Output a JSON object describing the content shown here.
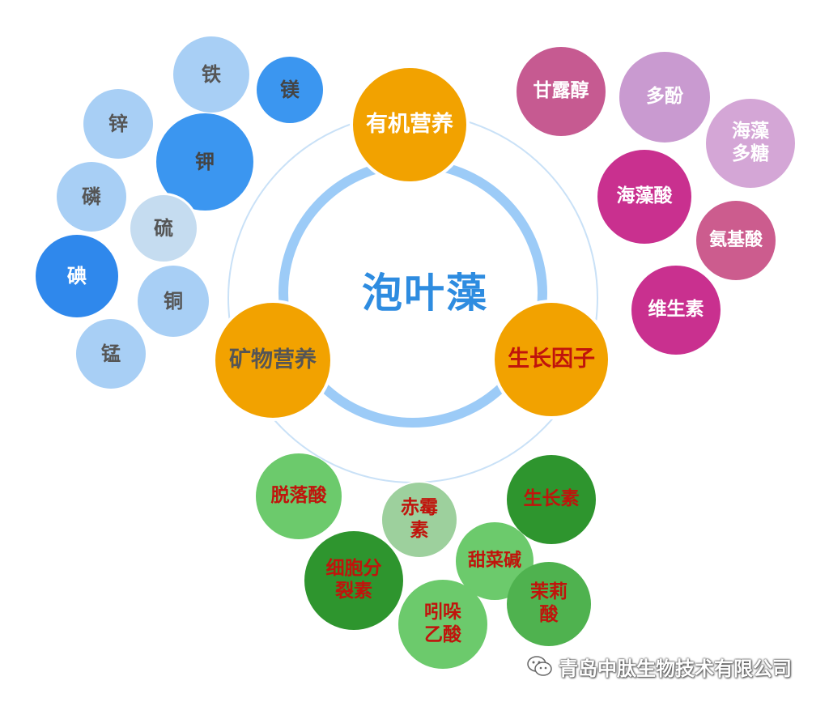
{
  "diagram": {
    "center_title": "泡叶藻",
    "watermark_text": "青岛中肽生物技术有限公司",
    "categories": [
      {
        "id": "organic",
        "label": "有机营养",
        "color": "#f2a200",
        "text_color": "#ffffff"
      },
      {
        "id": "mineral",
        "label": "矿物营养",
        "color": "#f2a200",
        "text_color": "#555555"
      },
      {
        "id": "growth",
        "label": "生长因子",
        "color": "#f2a200",
        "text_color": "#c0140c"
      }
    ],
    "groups": {
      "mineral_items": [
        {
          "label": "铁",
          "color": "#a8cff5",
          "text_color": "#555555"
        },
        {
          "label": "镁",
          "color": "#3b96f0",
          "text_color": "#444444"
        },
        {
          "label": "锌",
          "color": "#a8cff5",
          "text_color": "#555555"
        },
        {
          "label": "钾",
          "color": "#3b96f0",
          "text_color": "#444444"
        },
        {
          "label": "磷",
          "color": "#a8cff5",
          "text_color": "#555555"
        },
        {
          "label": "硫",
          "color": "#c5dcf0",
          "text_color": "#555555"
        },
        {
          "label": "碘",
          "color": "#2f88ec",
          "text_color": "#ffffff"
        },
        {
          "label": "铜",
          "color": "#a8cff5",
          "text_color": "#555555"
        },
        {
          "label": "锰",
          "color": "#a8cff5",
          "text_color": "#555555"
        }
      ],
      "organic_items": [
        {
          "label": "甘露醇",
          "color": "#c65a91",
          "text_color": "#ffffff"
        },
        {
          "label": "多酚",
          "color": "#c99ad0",
          "text_color": "#ffffff"
        },
        {
          "label": "海藻\n多糖",
          "color": "#d4a6d6",
          "text_color": "#ffffff"
        },
        {
          "label": "海藻酸",
          "color": "#c9308f",
          "text_color": "#ffffff"
        },
        {
          "label": "氨基酸",
          "color": "#cc5c8e",
          "text_color": "#ffffff"
        },
        {
          "label": "维生素",
          "color": "#c9308f",
          "text_color": "#ffffff"
        }
      ],
      "growth_items": [
        {
          "label": "脱落酸",
          "color": "#6cca6c",
          "text_color": "#c0140c"
        },
        {
          "label": "赤霉\n素",
          "color": "#9dd09d",
          "text_color": "#c0140c"
        },
        {
          "label": "生长素",
          "color": "#2e952e",
          "text_color": "#c0140c"
        },
        {
          "label": "细胞分\n裂素",
          "color": "#2e952e",
          "text_color": "#c0140c"
        },
        {
          "label": "甜菜碱",
          "color": "#6cca6c",
          "text_color": "#c0140c"
        },
        {
          "label": "吲哚\n乙酸",
          "color": "#6cca6c",
          "text_color": "#c0140c"
        },
        {
          "label": "茉莉\n酸",
          "color": "#4fb24f",
          "text_color": "#c0140c"
        }
      ]
    },
    "ring_color": "#9ccbf7",
    "outer_ring_color": "#c9e1f7"
  }
}
